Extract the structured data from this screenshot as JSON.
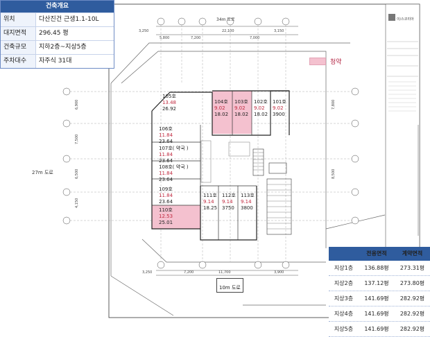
{
  "overview": {
    "title": "건축개요",
    "rows": [
      {
        "key": "위치",
        "value": "다산진건 근생1.1-10L"
      },
      {
        "key": "대지면적",
        "value": "296.45 평"
      },
      {
        "key": "건축규모",
        "value": "지하2층~지상5층"
      },
      {
        "key": "주차대수",
        "value": "자주식 31대"
      }
    ]
  },
  "legend": {
    "label": "청약",
    "color": "#f4c1cf"
  },
  "roads": {
    "top": "34m 도로",
    "left": "27m 도로",
    "bottom": "10m 도로"
  },
  "units": [
    {
      "no": "105호",
      "area": "13.48",
      "total": "26.92",
      "highlight": false
    },
    {
      "no": "104호",
      "area": "9.02",
      "total": "18.02",
      "highlight": true
    },
    {
      "no": "103호",
      "area": "9.02",
      "total": "18.02",
      "highlight": true
    },
    {
      "no": "102호",
      "area": "9.02",
      "total": "18.02",
      "highlight": false
    },
    {
      "no": "101호",
      "area": "9.02",
      "total": "3900",
      "highlight": false
    },
    {
      "no": "106호",
      "area": "11.84",
      "total": "23.64",
      "highlight": false
    },
    {
      "no": "107호( 약국 )",
      "area": "11.84",
      "total": "23.64",
      "highlight": false
    },
    {
      "no": "108호( 약국 )",
      "area": "11.84",
      "total": "23.64",
      "highlight": false
    },
    {
      "no": "109호",
      "area": "11.84",
      "total": "23.64",
      "highlight": false
    },
    {
      "no": "110호",
      "area": "12.53",
      "total": "25.01",
      "highlight": true
    },
    {
      "no": "111호",
      "area": "9.14",
      "total": "18.25",
      "highlight": false
    },
    {
      "no": "112호",
      "area": "9.14",
      "total": "3750",
      "highlight": false
    },
    {
      "no": "113호",
      "area": "9.14",
      "total": "3800",
      "highlight": false
    }
  ],
  "area_table": {
    "headers": [
      "",
      "전용면적",
      "계약면적"
    ],
    "rows": [
      [
        "지상1층",
        "136.88평",
        "273.31평"
      ],
      [
        "지상2층",
        "137.12평",
        "273.80평"
      ],
      [
        "지상3층",
        "141.69평",
        "282.92평"
      ],
      [
        "지상4층",
        "141.69평",
        "282.92평"
      ],
      [
        "지상5층",
        "141.69평",
        "282.92평"
      ]
    ]
  }
}
